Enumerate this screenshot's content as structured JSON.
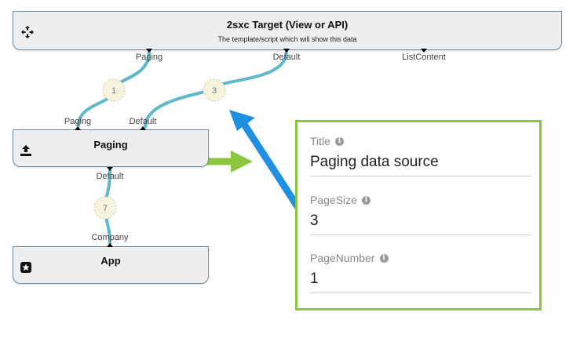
{
  "nodes": {
    "target": {
      "title": "2sxc Target (View or API)",
      "subtitle": "The template/script which will show this data",
      "icon": "move-cross-icon",
      "in_ports": [
        "Paging",
        "Default",
        "ListContent"
      ]
    },
    "paging": {
      "title": "Paging",
      "icon": "upload-icon",
      "in_ports": [
        "Paging",
        "Default"
      ],
      "out_ports": [
        "Default"
      ]
    },
    "app": {
      "title": "App",
      "icon": "star-box-icon",
      "out_ports": [
        "Company"
      ]
    }
  },
  "links": [
    {
      "id": "1",
      "label": "1"
    },
    {
      "id": "3",
      "label": "3"
    },
    {
      "id": "7",
      "label": "7"
    }
  ],
  "panel": {
    "fields": [
      {
        "label": "Title",
        "value": "Paging data source"
      },
      {
        "label": "PageSize",
        "value": "3"
      },
      {
        "label": "PageNumber",
        "value": "1"
      }
    ],
    "info_glyph": "i"
  },
  "colors": {
    "link": "#5fb8cc",
    "arrow_green": "#8cc63f",
    "arrow_blue": "#1f8fe0",
    "panel_border": "#8cc63f"
  }
}
